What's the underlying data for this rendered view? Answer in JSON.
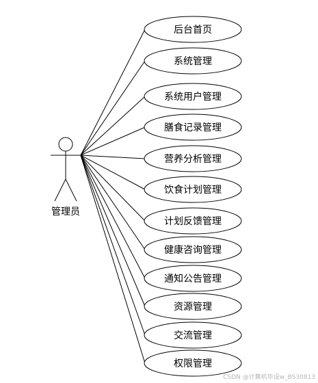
{
  "actor": {
    "label": "管理员"
  },
  "use_cases": [
    {
      "label": "后台首页"
    },
    {
      "label": "系统管理"
    },
    {
      "label": "系统用户管理"
    },
    {
      "label": "膳食记录管理"
    },
    {
      "label": "营养分析管理"
    },
    {
      "label": "饮食计划管理"
    },
    {
      "label": "计划反馈管理"
    },
    {
      "label": "健康咨询管理"
    },
    {
      "label": "通知公告管理"
    },
    {
      "label": "资源管理"
    },
    {
      "label": "交流管理"
    },
    {
      "label": "权限管理"
    }
  ],
  "watermark": "CSDN @计算机毕设w_BS30813",
  "colors": {
    "stroke": "#000000",
    "background": "#ffffff",
    "watermark": "#b5b5b5"
  }
}
